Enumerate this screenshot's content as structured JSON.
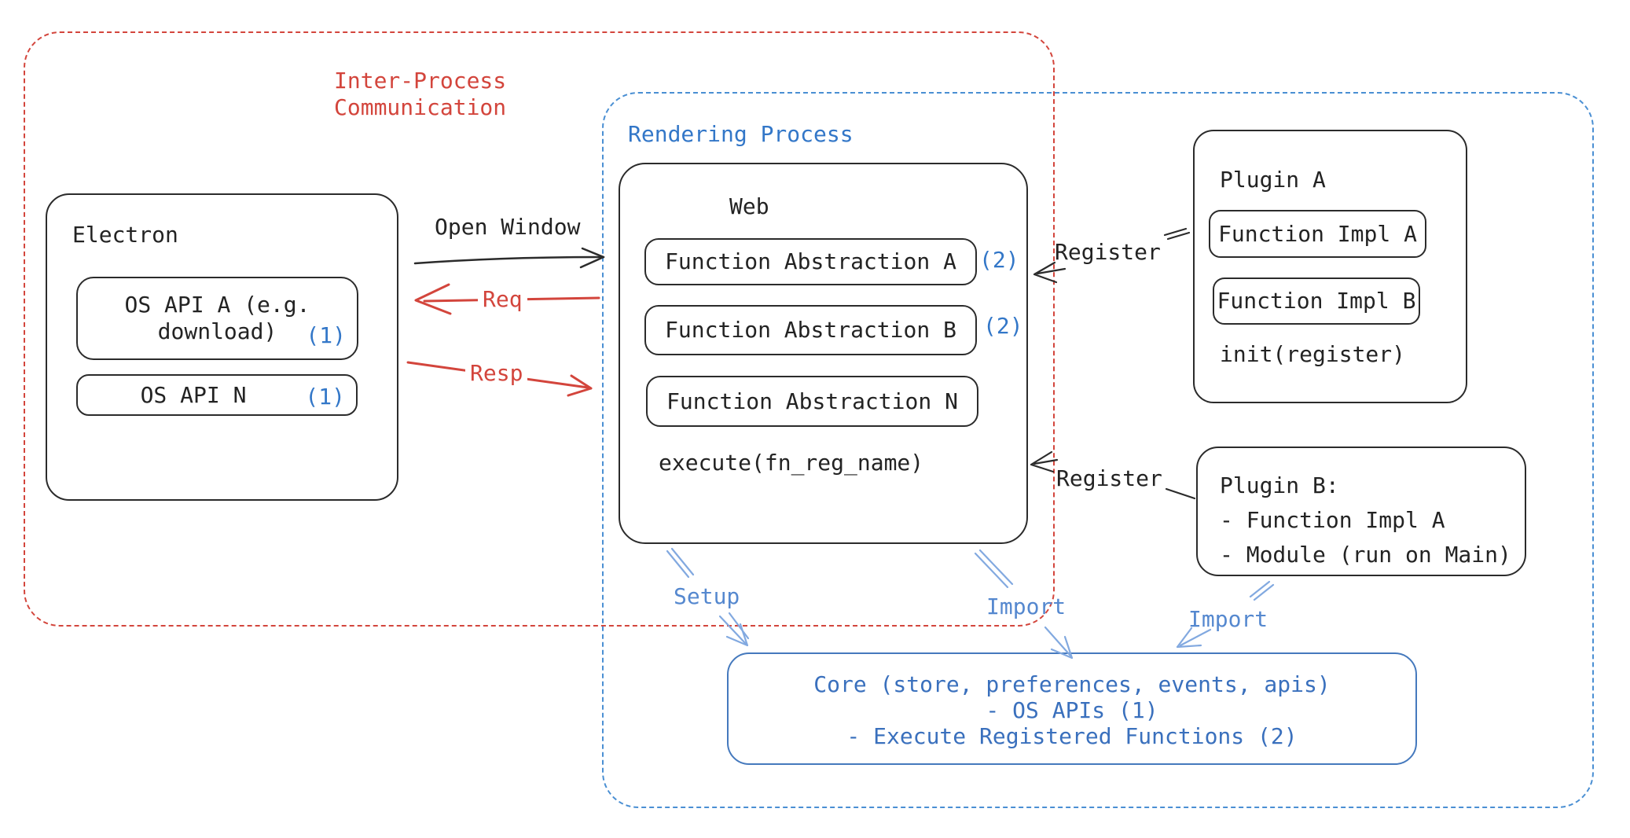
{
  "colors": {
    "red": "#d3453c",
    "blue": "#3377c8",
    "light_blue_arrow": "#82a9e0",
    "core_border": "#4579bd",
    "black": "#232323"
  },
  "ipc": {
    "title_line1": "Inter-Process",
    "title_line2": "Communication"
  },
  "rendering_process": {
    "title": "Rendering Process"
  },
  "electron": {
    "title": "Electron",
    "api_a_line1": "OS API A (e.g.",
    "api_a_line2": "download)",
    "api_a_ref": "(1)",
    "api_n": "OS API N",
    "api_n_ref": "(1)"
  },
  "web": {
    "title": "Web",
    "fn_a": "Function Abstraction A",
    "fn_a_ref": "(2)",
    "fn_b": "Function Abstraction B",
    "fn_b_ref": "(2)",
    "fn_n": "Function Abstraction N",
    "execute": "execute(fn_reg_name)"
  },
  "plugin_a": {
    "title": "Plugin A",
    "impl_a": "Function Impl A",
    "impl_b": "Function Impl B",
    "init": "init(register)"
  },
  "plugin_b": {
    "title": "Plugin B:",
    "item1": "- Function Impl A",
    "item2": "- Module (run on Main)"
  },
  "core": {
    "line1": "Core (store, preferences, events, apis)",
    "line2": "- OS APIs (1)",
    "line3": "- Execute Registered Functions (2)"
  },
  "labels": {
    "open_window": "Open Window",
    "req": "Req",
    "resp": "Resp",
    "register_top": "Register",
    "register_bottom": "Register",
    "setup": "Setup",
    "import_from_web": "Import",
    "import_from_plugin": "Import"
  }
}
